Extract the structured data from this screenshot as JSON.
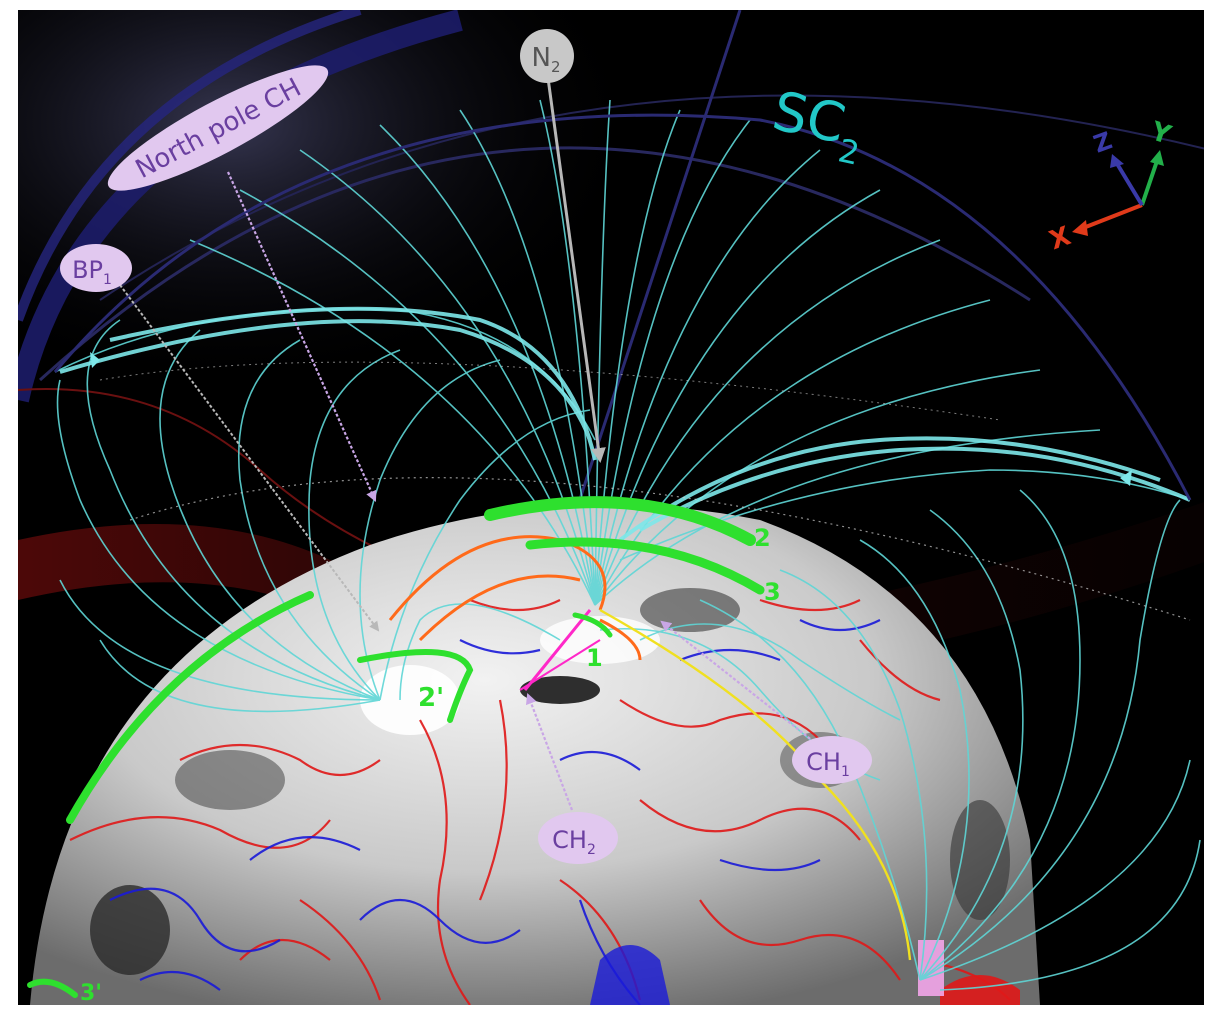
{
  "labels": {
    "north_pole_ch": "North pole CH",
    "n2_base": "N",
    "n2_sub": "2",
    "bp1_base": "BP",
    "bp1_sub": "1",
    "sc2_base": "SC",
    "sc2_sub": "2",
    "ch1_base": "CH",
    "ch1_sub": "1",
    "ch2_base": "CH",
    "ch2_sub": "2",
    "num_1": "1",
    "num_2": "2",
    "num_3": "3",
    "num_2p": "2'",
    "num_3p": "3'"
  },
  "axes": {
    "x": "X",
    "y": "Y",
    "z": "Z"
  },
  "colors": {
    "background": "#000000",
    "field_lines": "#5fd6d6",
    "field_lines_bright": "#7ee8ea",
    "sc2_label": "#22c8c8",
    "green_marks": "#2ee02e",
    "pointer_gray": "#b8b8b8",
    "pointer_violet": "#c9a6e6",
    "bubble_fill": "#e1c8ef",
    "bubble_text": "#6a3fa0",
    "polarity_positive": "#e01818",
    "polarity_negative": "#1a1ad8",
    "orange_line": "#ff6a1a",
    "yellow_line": "#f0e020",
    "magenta_line": "#ff28c8",
    "axis_x": "#e03a1a",
    "axis_y": "#22b04a",
    "axis_z": "#3a3aa8"
  }
}
